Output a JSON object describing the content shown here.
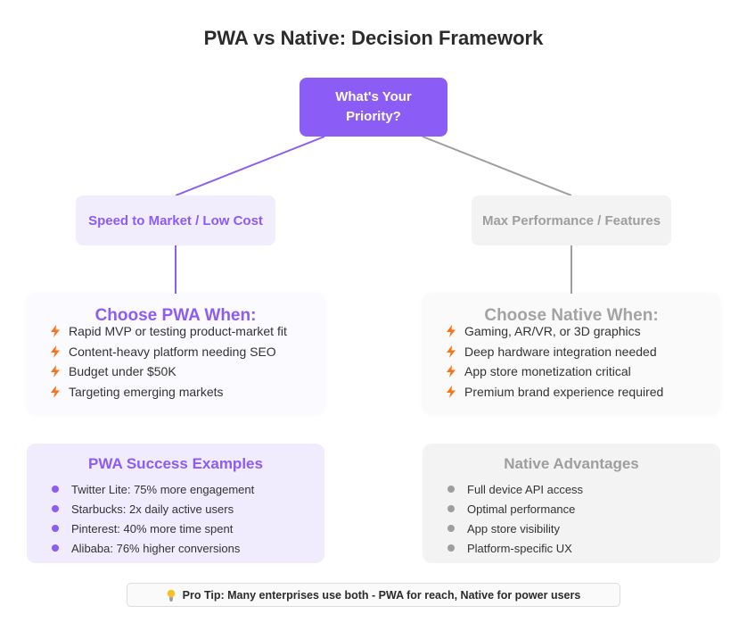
{
  "title": "PWA vs Native: Decision Framework",
  "root": {
    "label": "What's Your Priority?"
  },
  "colors": {
    "accent": "#8b5cf6",
    "neutral": "#9e9e9e",
    "bolt": "#f97316"
  },
  "pwa": {
    "branch_label": "Speed to Market / Low Cost",
    "choose_title": "Choose PWA When:",
    "items": [
      "Rapid MVP or testing product-market fit",
      "Content-heavy platform needing SEO",
      "Budget under $50K",
      "Targeting emerging markets"
    ],
    "examples_title": "PWA Success Examples",
    "examples": [
      "Twitter Lite: 75% more engagement",
      "Starbucks: 2x daily active users",
      "Pinterest: 40% more time spent",
      "Alibaba: 76% higher conversions"
    ]
  },
  "native": {
    "branch_label": "Max Performance / Features",
    "choose_title": "Choose Native When:",
    "items": [
      "Gaming, AR/VR, or 3D graphics",
      "Deep hardware integration needed",
      "App store monetization critical",
      "Premium brand experience required"
    ],
    "examples_title": "Native Advantages",
    "examples": [
      "Full device API access",
      "Optimal performance",
      "App store visibility",
      "Platform-specific UX"
    ]
  },
  "tip": {
    "icon": "lightbulb-icon",
    "text": "Pro Tip: Many enterprises use both - PWA for reach, Native for power users"
  }
}
